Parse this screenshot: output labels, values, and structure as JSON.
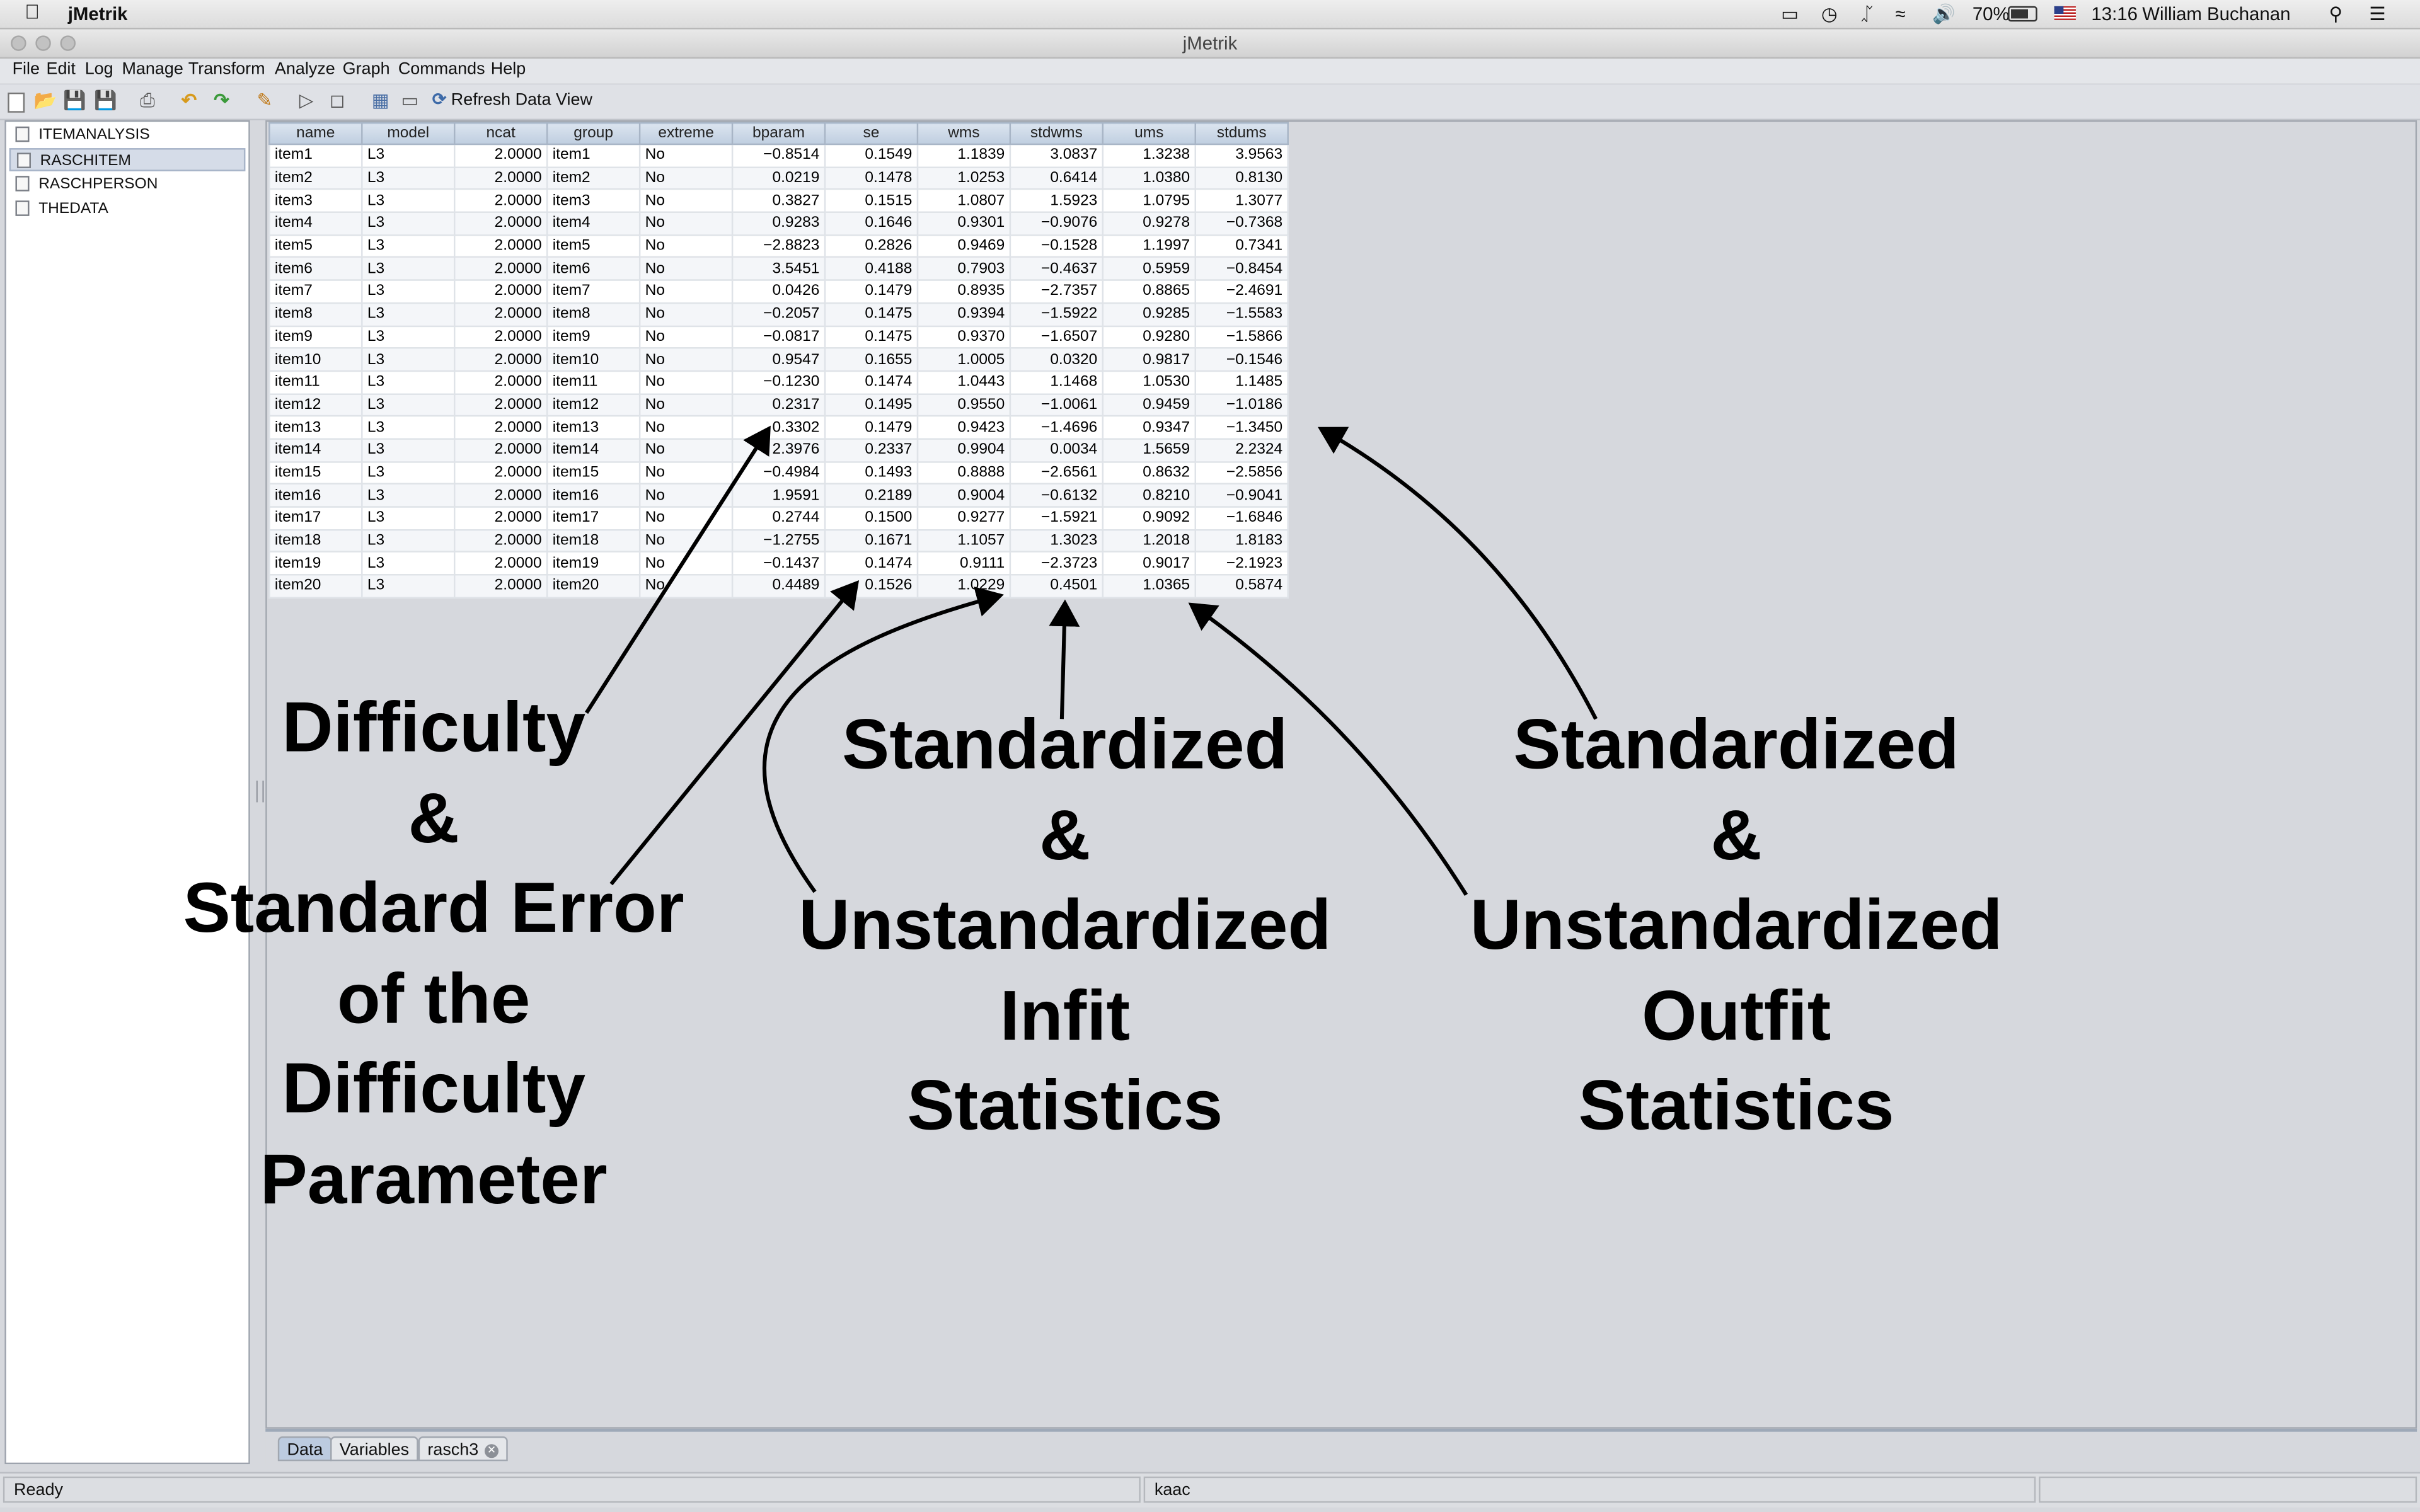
{
  "menubar": {
    "apple_icon": "apple-logo",
    "app_name": "jMetrik",
    "battery": "70%",
    "time": "13:16",
    "user": "William Buchanan"
  },
  "window": {
    "title": "jMetrik"
  },
  "app_menu": [
    "File",
    "Edit",
    "Log",
    "Manage",
    "Transform",
    "Analyze",
    "Graph",
    "Commands",
    "Help"
  ],
  "toolbar": {
    "refresh_label": "Refresh Data View"
  },
  "tables_tree": [
    {
      "label": "ITEMANALYSIS",
      "selected": false
    },
    {
      "label": "RASCHITEM",
      "selected": true
    },
    {
      "label": "RASCHPERSON",
      "selected": false
    },
    {
      "label": "THEDATA",
      "selected": false
    }
  ],
  "grid": {
    "columns": [
      "name",
      "model",
      "ncat",
      "group",
      "extreme",
      "bparam",
      "se",
      "wms",
      "stdwms",
      "ums",
      "stdums"
    ],
    "rows": [
      [
        "item1",
        "L3",
        "2.0000",
        "item1",
        "No",
        "−0.8514",
        "0.1549",
        "1.1839",
        "3.0837",
        "1.3238",
        "3.9563"
      ],
      [
        "item2",
        "L3",
        "2.0000",
        "item2",
        "No",
        "0.0219",
        "0.1478",
        "1.0253",
        "0.6414",
        "1.0380",
        "0.8130"
      ],
      [
        "item3",
        "L3",
        "2.0000",
        "item3",
        "No",
        "0.3827",
        "0.1515",
        "1.0807",
        "1.5923",
        "1.0795",
        "1.3077"
      ],
      [
        "item4",
        "L3",
        "2.0000",
        "item4",
        "No",
        "0.9283",
        "0.1646",
        "0.9301",
        "−0.9076",
        "0.9278",
        "−0.7368"
      ],
      [
        "item5",
        "L3",
        "2.0000",
        "item5",
        "No",
        "−2.8823",
        "0.2826",
        "0.9469",
        "−0.1528",
        "1.1997",
        "0.7341"
      ],
      [
        "item6",
        "L3",
        "2.0000",
        "item6",
        "No",
        "3.5451",
        "0.4188",
        "0.7903",
        "−0.4637",
        "0.5959",
        "−0.8454"
      ],
      [
        "item7",
        "L3",
        "2.0000",
        "item7",
        "No",
        "0.0426",
        "0.1479",
        "0.8935",
        "−2.7357",
        "0.8865",
        "−2.4691"
      ],
      [
        "item8",
        "L3",
        "2.0000",
        "item8",
        "No",
        "−0.2057",
        "0.1475",
        "0.9394",
        "−1.5922",
        "0.9285",
        "−1.5583"
      ],
      [
        "item9",
        "L3",
        "2.0000",
        "item9",
        "No",
        "−0.0817",
        "0.1475",
        "0.9370",
        "−1.6507",
        "0.9280",
        "−1.5866"
      ],
      [
        "item10",
        "L3",
        "2.0000",
        "item10",
        "No",
        "0.9547",
        "0.1655",
        "1.0005",
        "0.0320",
        "0.9817",
        "−0.1546"
      ],
      [
        "item11",
        "L3",
        "2.0000",
        "item11",
        "No",
        "−0.1230",
        "0.1474",
        "1.0443",
        "1.1468",
        "1.0530",
        "1.1485"
      ],
      [
        "item12",
        "L3",
        "2.0000",
        "item12",
        "No",
        "0.2317",
        "0.1495",
        "0.9550",
        "−1.0061",
        "0.9459",
        "−1.0186"
      ],
      [
        "item13",
        "L3",
        "2.0000",
        "item13",
        "No",
        "0.3302",
        "0.1479",
        "0.9423",
        "−1.4696",
        "0.9347",
        "−1.3450"
      ],
      [
        "item14",
        "L3",
        "2.0000",
        "item14",
        "No",
        "2.3976",
        "0.2337",
        "0.9904",
        "0.0034",
        "1.5659",
        "2.2324"
      ],
      [
        "item15",
        "L3",
        "2.0000",
        "item15",
        "No",
        "−0.4984",
        "0.1493",
        "0.8888",
        "−2.6561",
        "0.8632",
        "−2.5856"
      ],
      [
        "item16",
        "L3",
        "2.0000",
        "item16",
        "No",
        "1.9591",
        "0.2189",
        "0.9004",
        "−0.6132",
        "0.8210",
        "−0.9041"
      ],
      [
        "item17",
        "L3",
        "2.0000",
        "item17",
        "No",
        "0.2744",
        "0.1500",
        "0.9277",
        "−1.5921",
        "0.9092",
        "−1.6846"
      ],
      [
        "item18",
        "L3",
        "2.0000",
        "item18",
        "No",
        "−1.2755",
        "0.1671",
        "1.1057",
        "1.3023",
        "1.2018",
        "1.8183"
      ],
      [
        "item19",
        "L3",
        "2.0000",
        "item19",
        "No",
        "−0.1437",
        "0.1474",
        "0.9111",
        "−2.3723",
        "0.9017",
        "−2.1923"
      ],
      [
        "item20",
        "L3",
        "2.0000",
        "item20",
        "No",
        "0.4489",
        "0.1526",
        "1.0229",
        "0.4501",
        "1.0365",
        "0.5874"
      ]
    ]
  },
  "annotations": {
    "difficulty": [
      "Difficulty",
      "&",
      "Standard Error",
      "of the",
      "Difficulty",
      "Parameter"
    ],
    "infit": [
      "Standardized",
      "&",
      "Unstandardized",
      "Infit",
      "Statistics"
    ],
    "outfit": [
      "Standardized",
      "&",
      "Unstandardized",
      "Outfit",
      "Statistics"
    ]
  },
  "bottom_tabs": [
    {
      "label": "Data",
      "selected": true
    },
    {
      "label": "Variables",
      "selected": false
    },
    {
      "label": "rasch3",
      "selected": false,
      "closable": true
    }
  ],
  "status": {
    "left": "Ready",
    "middle": "kaac",
    "right": ""
  }
}
